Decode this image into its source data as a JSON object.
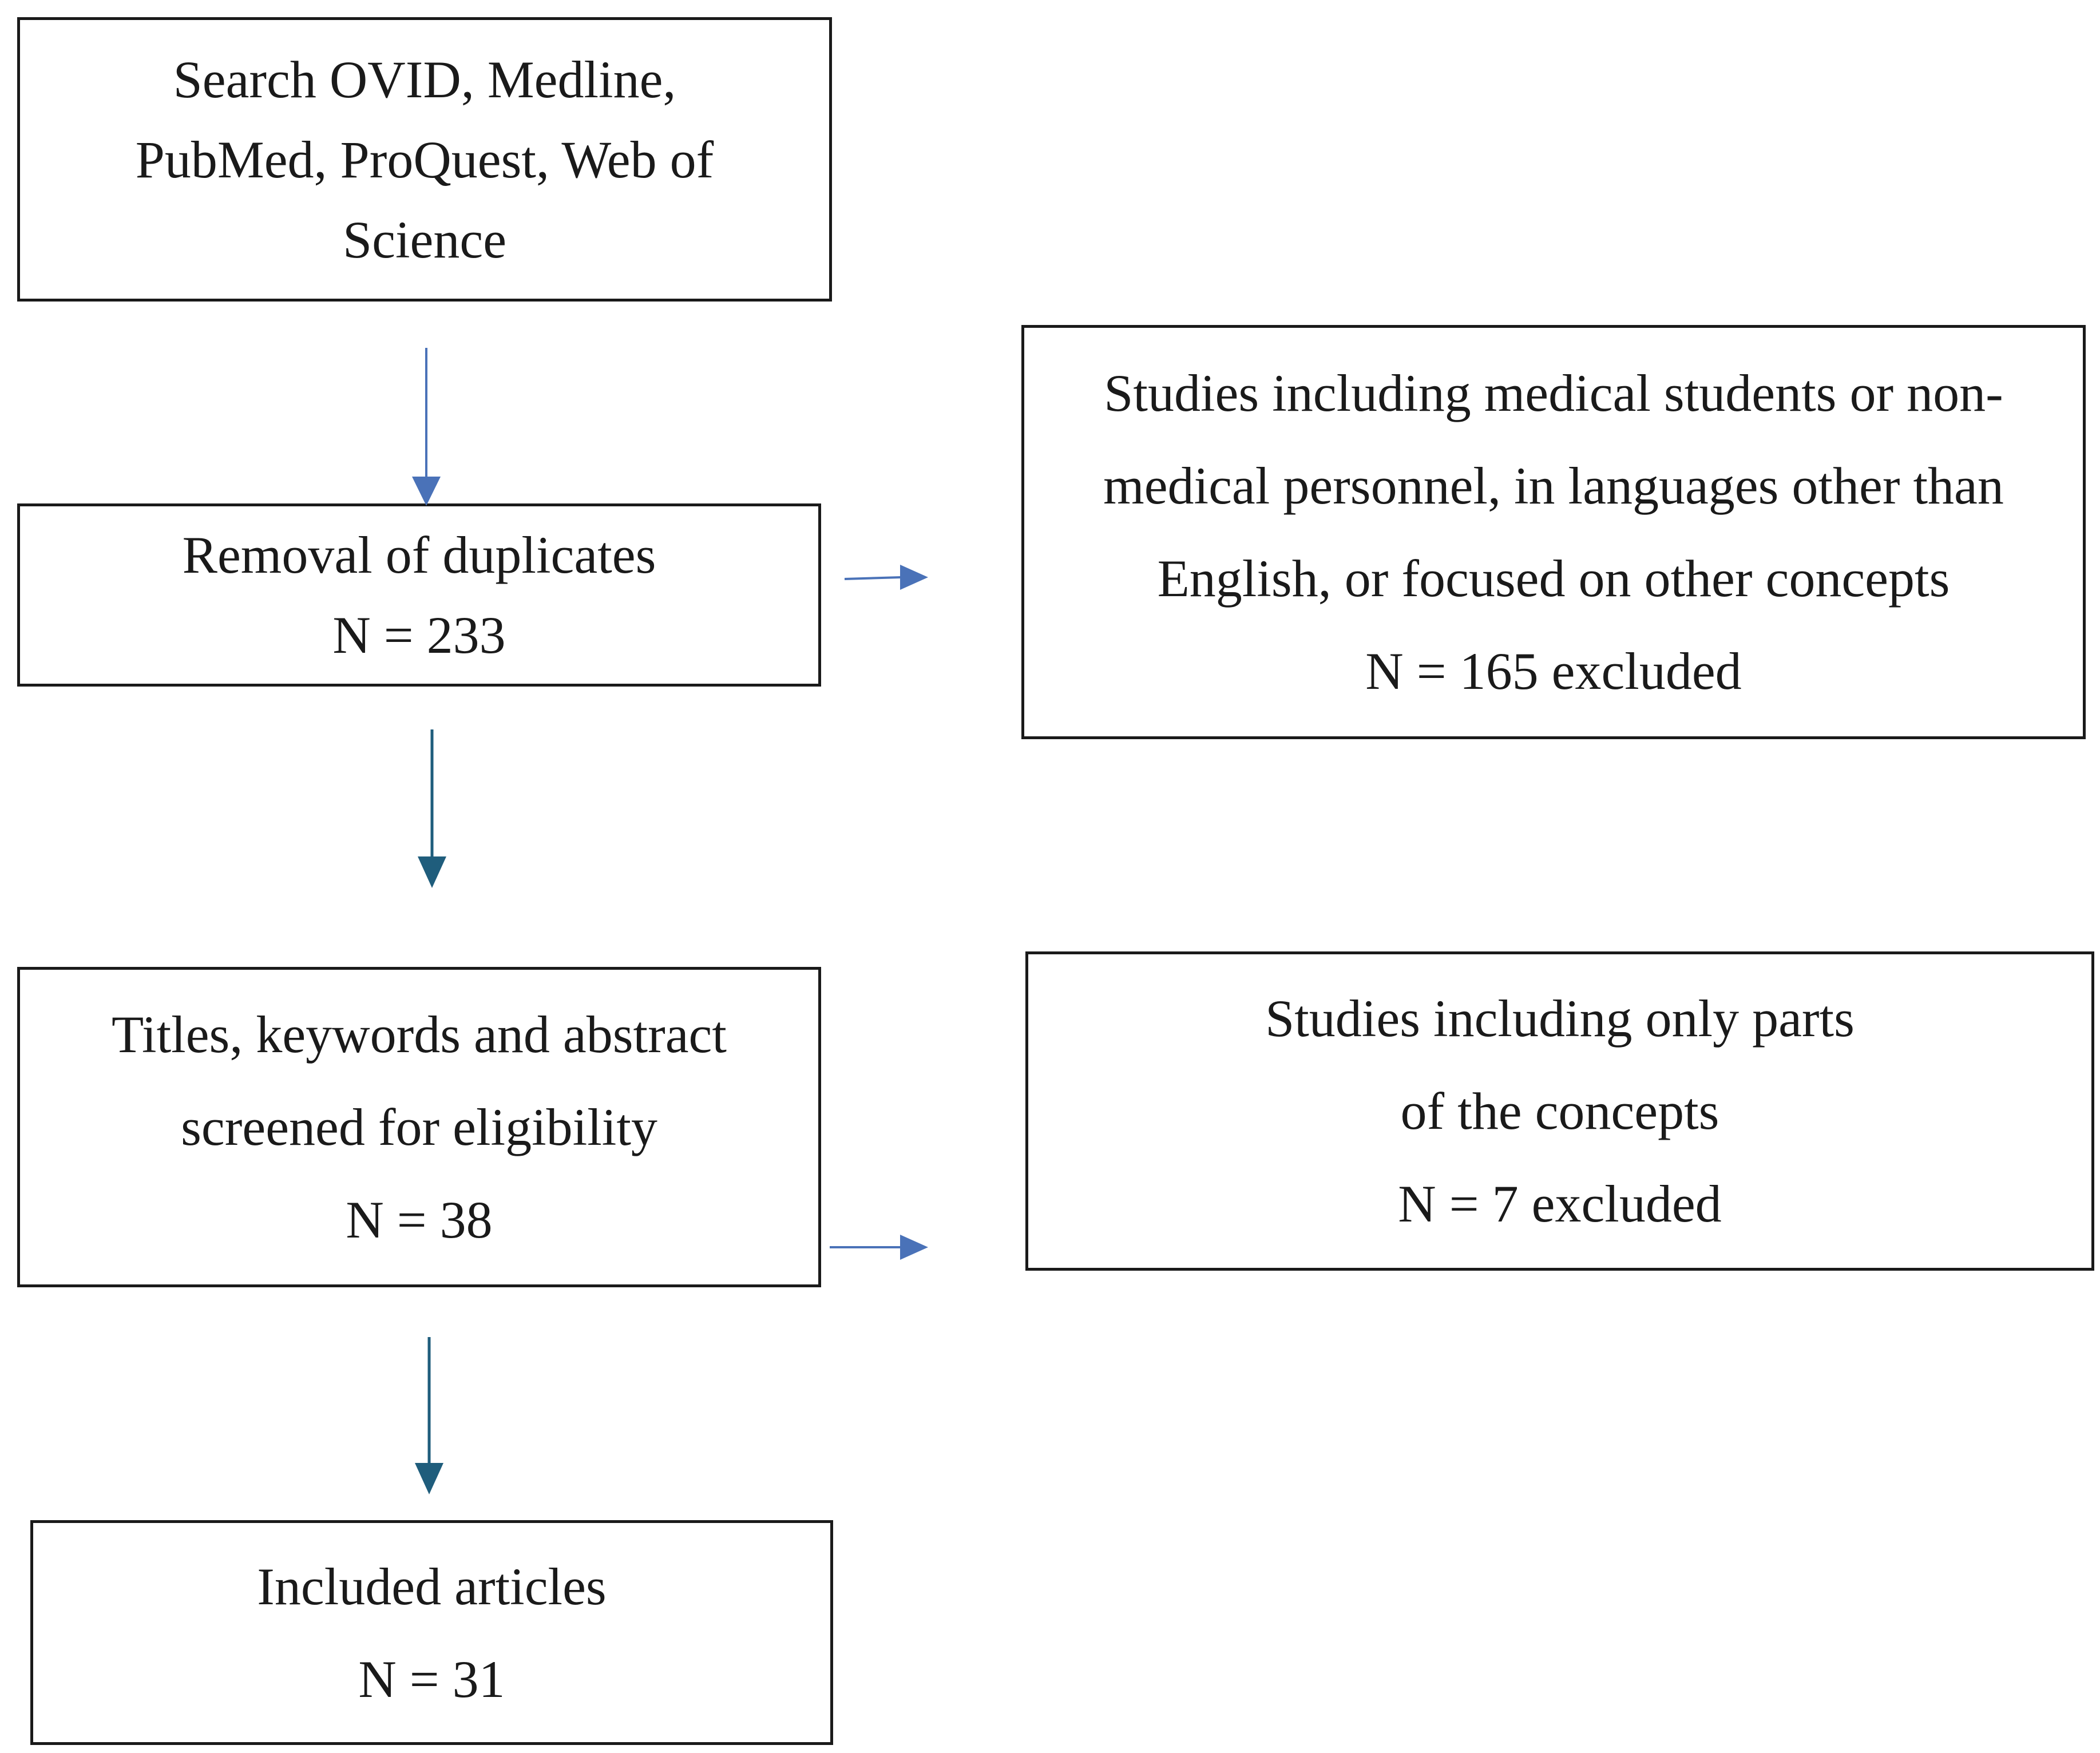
{
  "colors": {
    "border": "#1a1a1a",
    "text": "#1a1a1a",
    "arrow_light_blue": "#4a72b8",
    "arrow_dark_teal": "#1f5d7c"
  },
  "flow": {
    "search": {
      "lines": [
        "Search OVID, Medline,",
        "PubMed, ProQuest, Web of",
        "Science"
      ]
    },
    "duplicates": {
      "title": "Removal of duplicates",
      "count": "N = 233"
    },
    "screening": {
      "lines": [
        "Titles, keywords and abstract",
        "screened for eligibility"
      ],
      "count": "N = 38"
    },
    "included": {
      "title": "Included articles",
      "count": "N = 31"
    }
  },
  "exclusions": {
    "first": {
      "lines": [
        "Studies including medical students or non-",
        "medical personnel, in languages other than",
        "English, or focused on other concepts"
      ],
      "count": "N = 165 excluded"
    },
    "second": {
      "lines": [
        "Studies including only parts",
        "of the concepts"
      ],
      "count": "N = 7 excluded"
    }
  }
}
